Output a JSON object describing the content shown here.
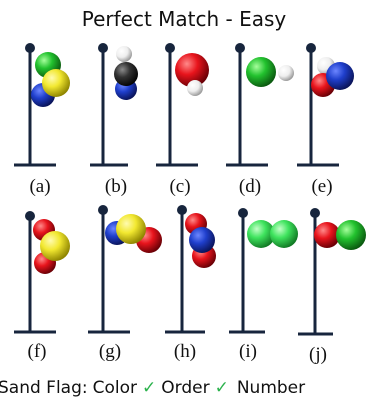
{
  "title": "Perfect Match - Easy",
  "footer": {
    "prefix": "Sand Flag:",
    "items": [
      {
        "label": "Color",
        "mark": "✓"
      },
      {
        "label": "Order",
        "mark": "✓"
      },
      {
        "label": "Number",
        "mark": ""
      }
    ]
  },
  "colors": {
    "pole": "#17253d",
    "yellow": "#f2e830",
    "blue": "#1f3fcc",
    "green": "#22c22e",
    "light_green": "#3fe45e",
    "red": "#e8141c",
    "white": "#f2f2f2",
    "black": "#2a2a2a",
    "check": "#2bb24c"
  },
  "flags": [
    {
      "label": "(a)",
      "molecule": "yellow-blue-green cluster"
    },
    {
      "label": "(b)",
      "molecule": "white-black-blue cluster"
    },
    {
      "label": "(c)",
      "molecule": "red-white cluster"
    },
    {
      "label": "(d)",
      "molecule": "green-white cluster"
    },
    {
      "label": "(e)",
      "molecule": "white-red-blue cluster"
    },
    {
      "label": "(f)",
      "molecule": "red-yellow-red cluster"
    },
    {
      "label": "(g)",
      "molecule": "blue-yellow-red cluster"
    },
    {
      "label": "(h)",
      "molecule": "red-blue-red cluster"
    },
    {
      "label": "(i)",
      "molecule": "green-green pair"
    },
    {
      "label": "(j)",
      "molecule": "red-green pair"
    }
  ]
}
